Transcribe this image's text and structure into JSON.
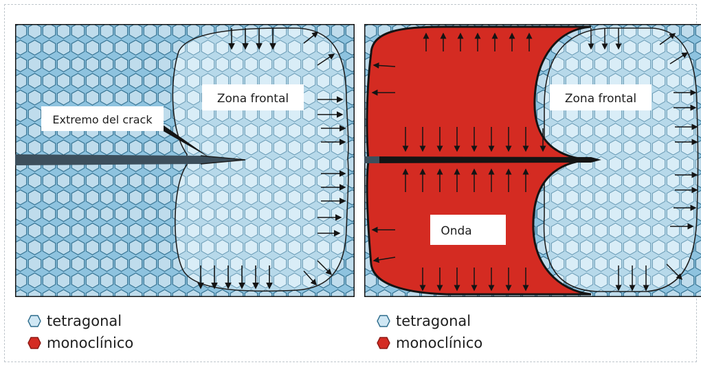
{
  "left_panel": {
    "labels": {
      "crack_tip": "Extremo del crack",
      "frontal_zone": "Zona frontal"
    }
  },
  "right_panel": {
    "labels": {
      "frontal_zone": "Zona frontal",
      "wave": "Onda"
    }
  },
  "legend_left": {
    "items": [
      {
        "label": "tetragonal",
        "icon": "light-blue-hexagon-icon"
      },
      {
        "label": "monoclínico",
        "icon": "red-hexagon-icon"
      }
    ]
  },
  "legend_right": {
    "items": [
      {
        "label": "tetragonal",
        "icon": "light-blue-hexagon-icon"
      },
      {
        "label": "monoclínico",
        "icon": "red-hexagon-icon"
      }
    ]
  },
  "colors": {
    "matrix_background": "#8ec3df",
    "tetragonal_cell": "#cfe7f4",
    "hex_stroke": "#2d6c8c",
    "monoclinic": "#d42b22",
    "outline": "#141414",
    "label_box": "#ffffff"
  }
}
